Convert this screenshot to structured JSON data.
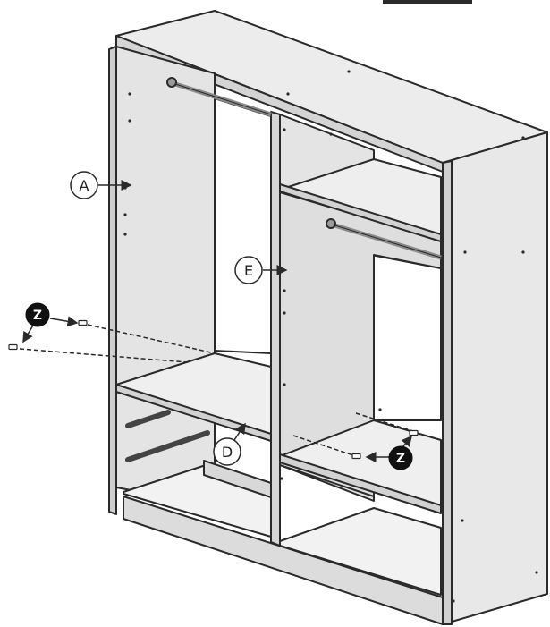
{
  "diagram": {
    "part_labels": {
      "A": "A",
      "E": "E",
      "D": "D"
    },
    "fastener_labels": {
      "Z_left": "Z",
      "Z_right": "Z"
    },
    "colors": {
      "panel_fill": "#e6e6e6",
      "panel_light": "#f1f1f1",
      "panel_dark": "#cfcfcf",
      "line": "#2a2a2a",
      "white": "#ffffff",
      "callout_dark": "#111111"
    },
    "icons": [
      "callout-circle",
      "arrow",
      "screw",
      "dowel",
      "hanging-rail"
    ]
  }
}
